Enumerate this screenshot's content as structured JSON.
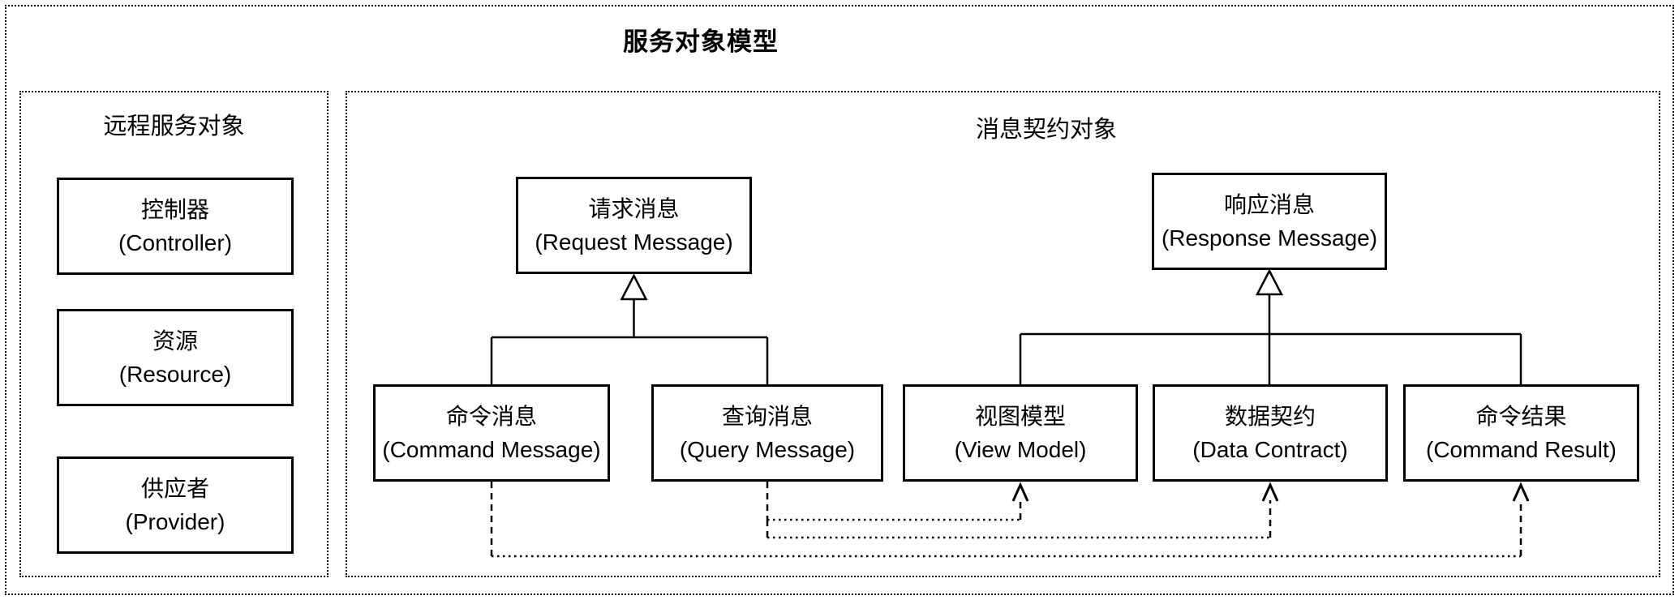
{
  "title": "服务对象模型",
  "colors": {
    "line": "#000000",
    "box_fill": "#ffffff",
    "background": "#ffffff",
    "text": "#000000"
  },
  "groups": [
    {
      "id": "remote-service-objects",
      "label": "远程服务对象"
    },
    {
      "id": "message-contract-objects",
      "label": "消息契约对象"
    }
  ],
  "nodes": {
    "controller": {
      "zh": "控制器",
      "en": "(Controller)",
      "group": "remote-service-objects"
    },
    "resource": {
      "zh": "资源",
      "en": "(Resource)",
      "group": "remote-service-objects"
    },
    "provider": {
      "zh": "供应者",
      "en": "(Provider)",
      "group": "remote-service-objects"
    },
    "request": {
      "zh": "请求消息",
      "en": "(Request Message)",
      "group": "message-contract-objects"
    },
    "response": {
      "zh": "响应消息",
      "en": "(Response Message)",
      "group": "message-contract-objects"
    },
    "command": {
      "zh": "命令消息",
      "en": "(Command Message)",
      "group": "message-contract-objects"
    },
    "query": {
      "zh": "查询消息",
      "en": "(Query Message)",
      "group": "message-contract-objects"
    },
    "viewmodel": {
      "zh": "视图模型",
      "en": "(View Model)",
      "group": "message-contract-objects"
    },
    "datacontract": {
      "zh": "数据契约",
      "en": "(Data Contract)",
      "group": "message-contract-objects"
    },
    "commandresult": {
      "zh": "命令结果",
      "en": "(Command Result)",
      "group": "message-contract-objects"
    }
  },
  "edges": [
    {
      "from": "command",
      "to": "request",
      "type": "generalization"
    },
    {
      "from": "query",
      "to": "request",
      "type": "generalization"
    },
    {
      "from": "viewmodel",
      "to": "response",
      "type": "generalization"
    },
    {
      "from": "datacontract",
      "to": "response",
      "type": "generalization"
    },
    {
      "from": "commandresult",
      "to": "response",
      "type": "generalization"
    },
    {
      "from": "query",
      "to": "viewmodel",
      "type": "dependency"
    },
    {
      "from": "query",
      "to": "datacontract",
      "type": "dependency"
    },
    {
      "from": "command",
      "to": "commandresult",
      "type": "dependency"
    }
  ]
}
